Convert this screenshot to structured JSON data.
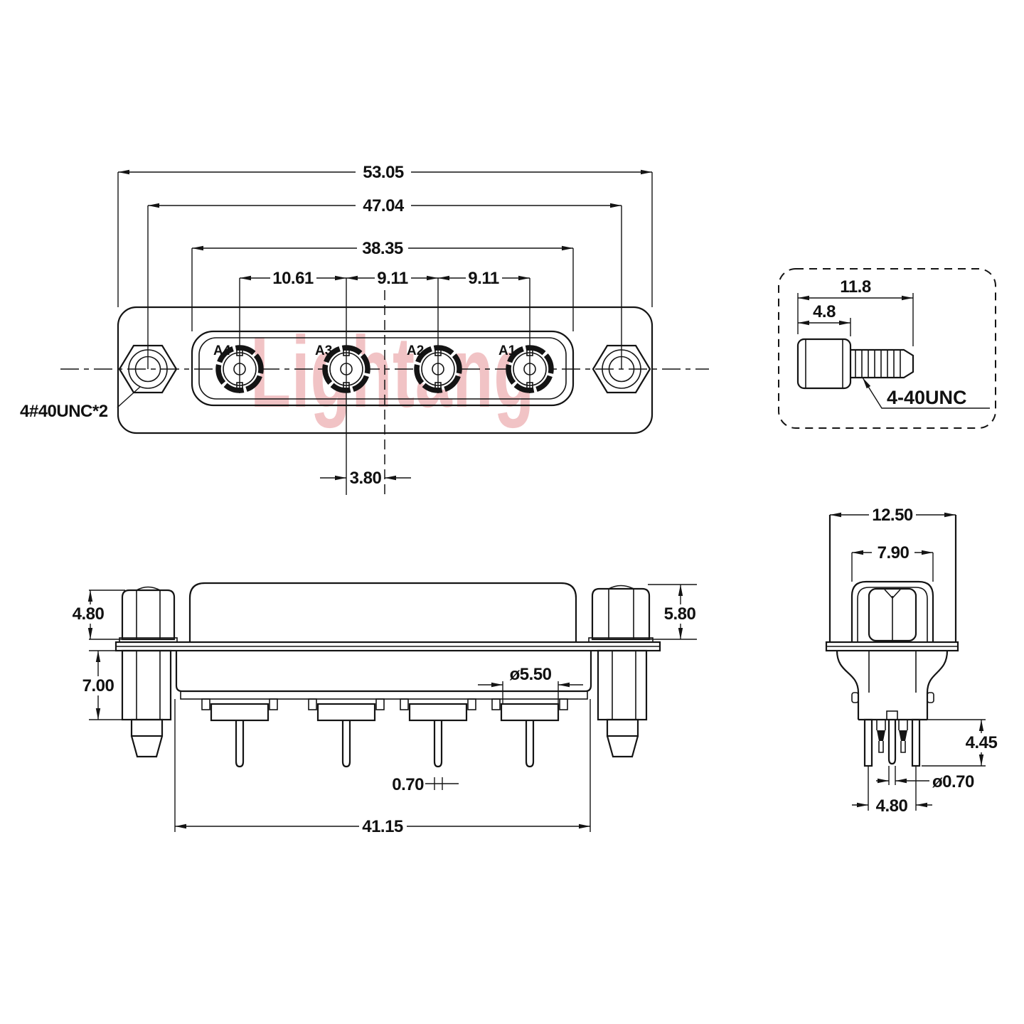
{
  "watermark_text": "Lightang",
  "front_view": {
    "dim_overall_width": "53.05",
    "dim_mount_span": "47.04",
    "dim_shell_width": "38.35",
    "dim_pitch_a4_a3": "10.61",
    "dim_pitch_a3_a2": "9.11",
    "dim_pitch_a2_a1": "9.11",
    "dim_center_offset": "3.80",
    "thread_note": "4#40UNC*2",
    "contact_labels": {
      "a4": "A4",
      "a3": "A3",
      "a2": "A2",
      "a1": "A1"
    }
  },
  "screw_detail": {
    "dim_overall_length": "11.8",
    "dim_head_length": "4.8",
    "thread_spec": "4-40UNC"
  },
  "side_view": {
    "dim_hex_height": "4.80",
    "dim_nut_height": "5.80",
    "dim_standoff_length": "7.00",
    "dim_contact_dia": "ø5.50",
    "dim_pin_dia": "0.70",
    "dim_body_width": "41.15"
  },
  "rear_view": {
    "dim_body_width": "12.50",
    "dim_shell_width": "7.90",
    "dim_contact_height": "4.45",
    "dim_pin_dia": "ø0.70",
    "dim_wall_span": "4.80"
  }
}
